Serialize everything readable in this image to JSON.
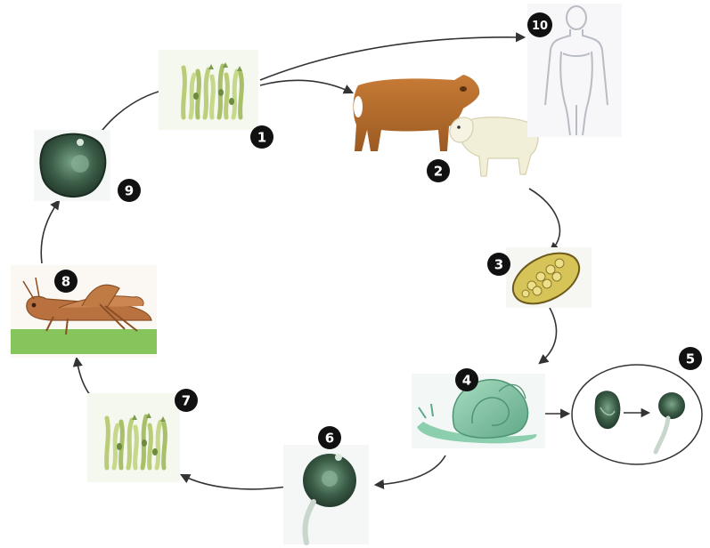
{
  "diagram": {
    "stages": [
      {
        "id": "1",
        "number": "1",
        "subject": "grass-with-metacercariae"
      },
      {
        "id": "2",
        "number": "2",
        "subject": "cow-and-sheep"
      },
      {
        "id": "3",
        "number": "3",
        "subject": "egg"
      },
      {
        "id": "4",
        "number": "4",
        "subject": "snail"
      },
      {
        "id": "5",
        "number": "5",
        "subject": "sporocyst-to-cercaria"
      },
      {
        "id": "6",
        "number": "6",
        "subject": "cercaria"
      },
      {
        "id": "7",
        "number": "7",
        "subject": "grass-with-metacercariae"
      },
      {
        "id": "8",
        "number": "8",
        "subject": "grasshopper"
      },
      {
        "id": "9",
        "number": "9",
        "subject": "metacercaria"
      },
      {
        "id": "10",
        "number": "10",
        "subject": "human"
      }
    ],
    "arrows": [
      {
        "from": "1",
        "to": "2"
      },
      {
        "from": "1",
        "to": "10"
      },
      {
        "from": "2",
        "to": "3"
      },
      {
        "from": "3",
        "to": "4"
      },
      {
        "from": "4",
        "to": "5"
      },
      {
        "from": "4",
        "to": "6"
      },
      {
        "from": "6",
        "to": "7"
      },
      {
        "from": "7",
        "to": "8"
      },
      {
        "from": "8",
        "to": "9"
      },
      {
        "from": "9",
        "to": "1"
      }
    ],
    "colors": {
      "arrow": "#333333",
      "badge": "#111111",
      "grass": "#b9cc78",
      "cow": "#b86e2e",
      "sheep": "#f2efd8",
      "snail": "#7fc2a2",
      "parasite": "#2f4a38",
      "grasshopper": "#b8713f",
      "ground": "#86c55c"
    }
  }
}
